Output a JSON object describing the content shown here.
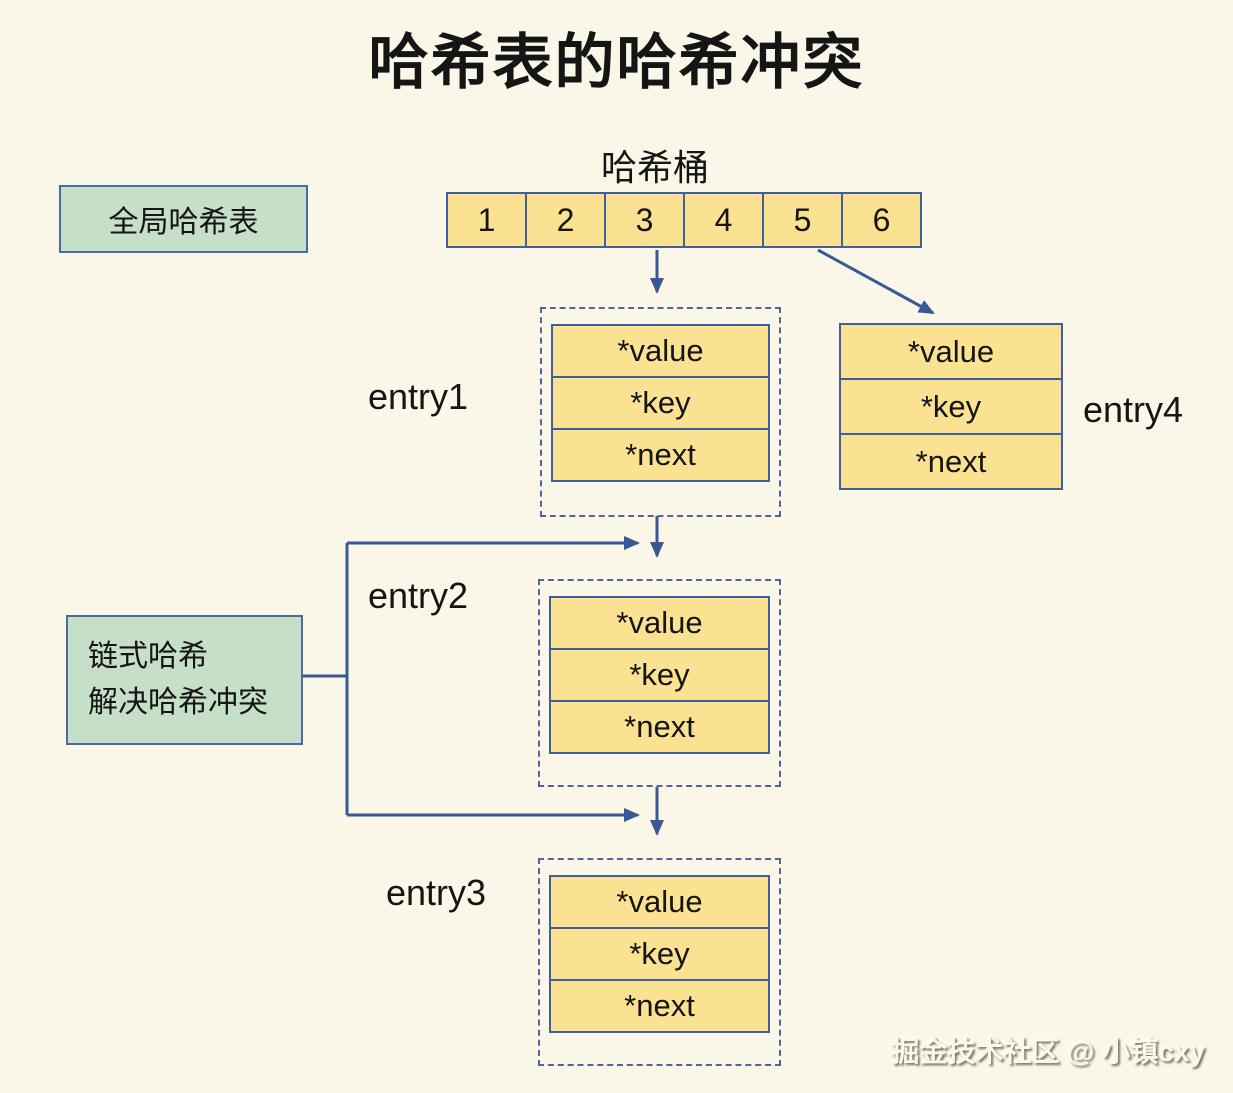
{
  "title": "哈希表的哈希冲突",
  "bucket": {
    "label": "哈希桶",
    "cells": [
      "1",
      "2",
      "3",
      "4",
      "5",
      "6"
    ]
  },
  "labels": {
    "global_hash_table": "全局哈希表",
    "chain_hash_line1": "链式哈希",
    "chain_hash_line2": "解决哈希冲突"
  },
  "entries": [
    {
      "name": "entry1",
      "fields": [
        "*value",
        "*key",
        "*next"
      ]
    },
    {
      "name": "entry2",
      "fields": [
        "*value",
        "*key",
        "*next"
      ]
    },
    {
      "name": "entry3",
      "fields": [
        "*value",
        "*key",
        "*next"
      ]
    },
    {
      "name": "entry4",
      "fields": [
        "*value",
        "*key",
        "*next"
      ]
    }
  ],
  "watermark": "掘金技术社区 @ 小镇cxy",
  "colors": {
    "background": "#faf7e8",
    "cell_fill": "#fbe192",
    "cell_border": "#40609c",
    "dashed_border": "#50659c",
    "green_fill": "#c6dfc8",
    "green_border": "#4a6b9c",
    "arrow": "#3a5894",
    "text": "#151515"
  }
}
